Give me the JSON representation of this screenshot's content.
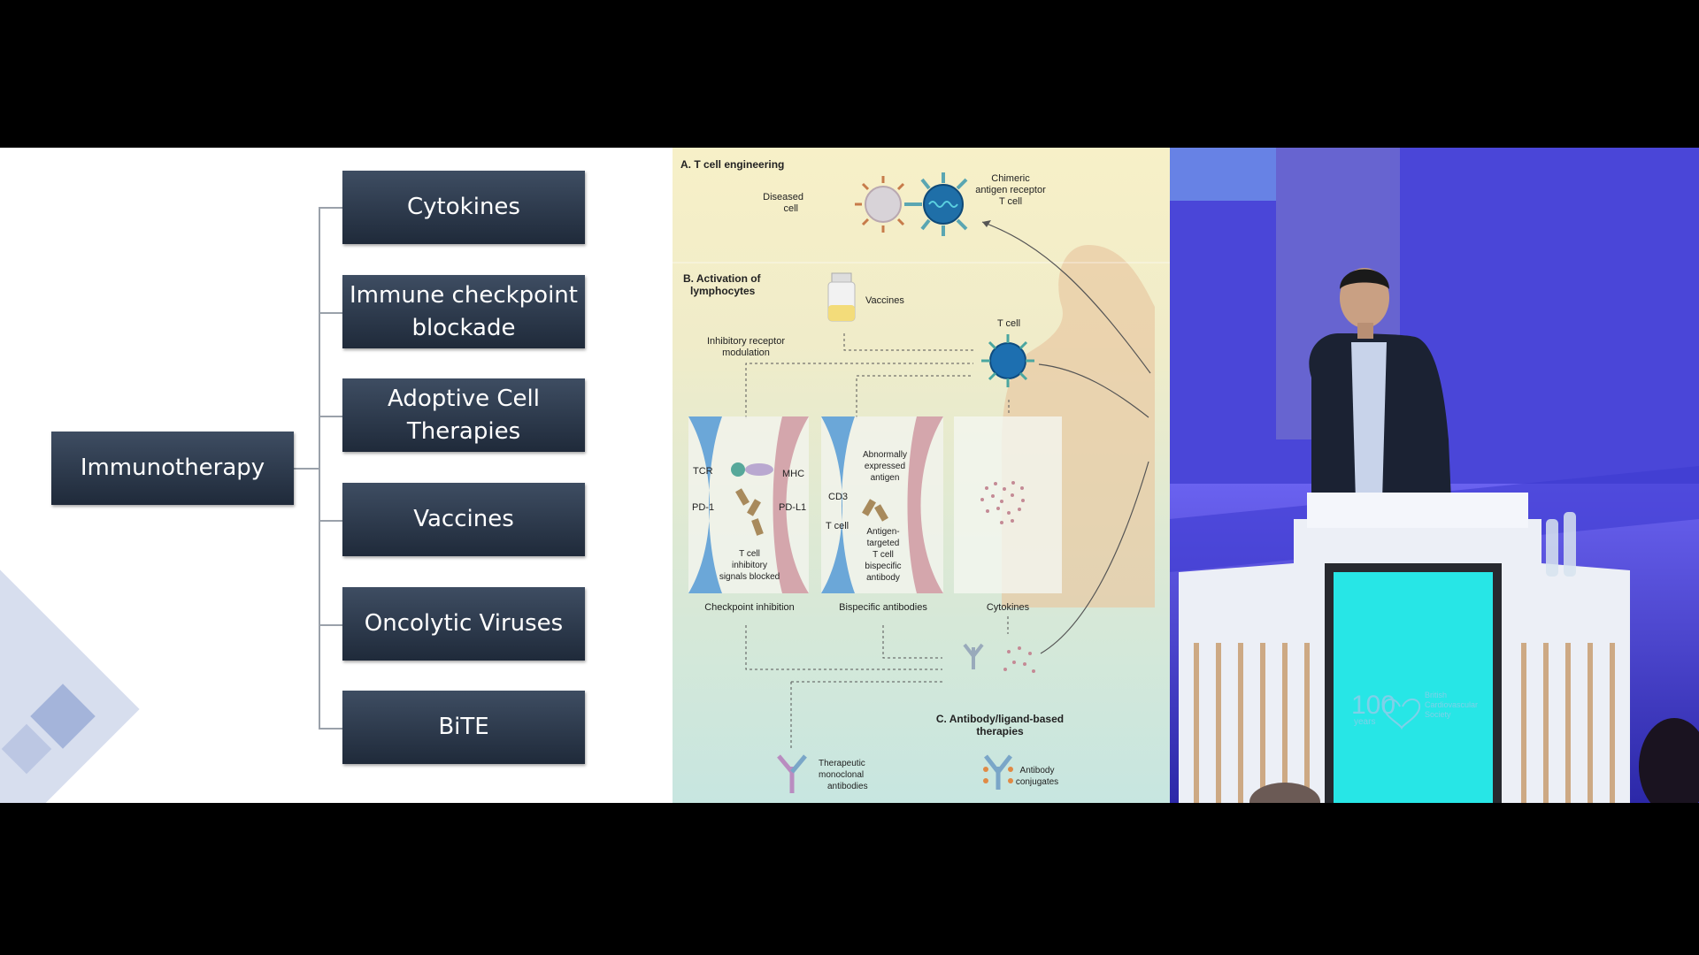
{
  "slide": {
    "root_label": "Immunotherapy",
    "branches": [
      "Cytokines",
      "Immune checkpoint blockade",
      "Adoptive Cell Therapies",
      "Vaccines",
      "Oncolytic Viruses",
      "BiTE"
    ]
  },
  "figure": {
    "section_a": "A. T cell engineering",
    "diseased_cell": [
      "Diseased",
      "cell"
    ],
    "car_t": [
      "Chimeric",
      "antigen receptor",
      "T cell"
    ],
    "section_b": [
      "B. Activation of",
      "lymphocytes"
    ],
    "vaccines": "Vaccines",
    "t_cell": "T cell",
    "inhibitory": [
      "Inhibitory receptor",
      "modulation"
    ],
    "tcr": "TCR",
    "mhc": "MHC",
    "pd1": "PD-1",
    "pdl1": "PD-L1",
    "tcell_signals": [
      "T cell",
      "inhibitory",
      "signals blocked"
    ],
    "cd3": "CD3",
    "t_cell_short": "T cell",
    "abnormal": [
      "Abnormally",
      "expressed",
      "antigen"
    ],
    "antigen_targeted": [
      "Antigen-",
      "targeted",
      "T cell",
      "bispecific",
      "antibody"
    ],
    "checkpoint_caption": "Checkpoint inhibition",
    "bispecific_caption": "Bispecific antibodies",
    "cytokines_caption": "Cytokines",
    "section_c": [
      "C. Antibody/ligand-based",
      "therapies"
    ],
    "therapeutic": [
      "Therapeutic",
      "monoclonal",
      "antibodies"
    ],
    "conjugates": [
      "Antibody",
      "conjugates"
    ]
  },
  "stage": {
    "podium_logo": [
      "British",
      "Cardiovascular",
      "Society"
    ],
    "podium_years": "years",
    "podium_number": "100"
  }
}
